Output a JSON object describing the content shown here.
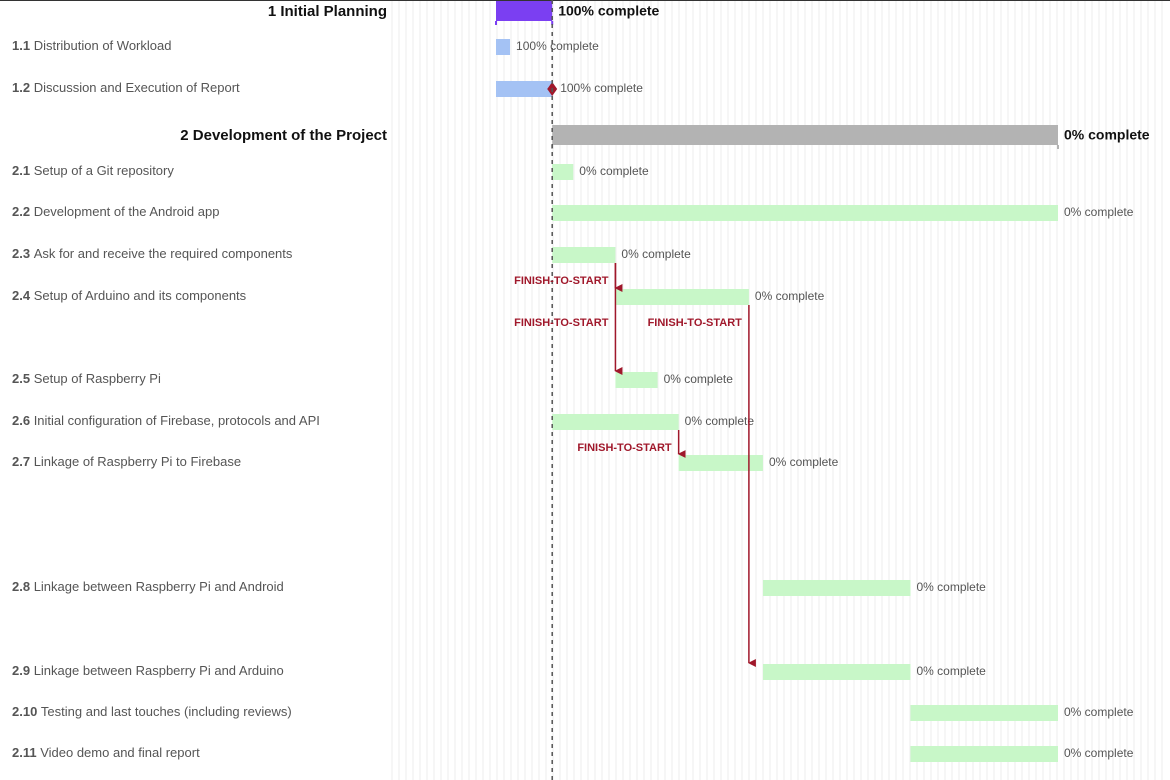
{
  "chart_data": {
    "type": "gantt",
    "today_marker": 4,
    "groups": [
      {
        "id": "1",
        "name": "Initial Planning",
        "start": 0,
        "end": 4,
        "progress_label": "100% complete",
        "tasks": [
          {
            "id": "1.1",
            "name": "Distribution of Workload",
            "start": 0,
            "end": 1,
            "progress_label": "100% complete",
            "milestone": false
          },
          {
            "id": "1.2",
            "name": "Discussion and Execution of Report",
            "start": 0,
            "end": 4,
            "progress_label": "100% complete",
            "milestone": true
          }
        ]
      },
      {
        "id": "2",
        "name": "Development of the Project",
        "start": 4,
        "end": 40,
        "progress_label": "0% complete",
        "tasks": [
          {
            "id": "2.1",
            "name": "Setup of a Git repository",
            "start": 4,
            "end": 5.5,
            "progress_label": "0% complete"
          },
          {
            "id": "2.2",
            "name": "Development of the Android app",
            "start": 4,
            "end": 40,
            "progress_label": "0% complete"
          },
          {
            "id": "2.3",
            "name": "Ask for and receive the required components",
            "start": 4,
            "end": 8.5,
            "progress_label": "0% complete"
          },
          {
            "id": "2.4",
            "name": "Setup of Arduino and its components",
            "start": 8.5,
            "end": 18,
            "progress_label": "0% complete"
          },
          {
            "id": "2.5",
            "name": "Setup of Raspberry Pi",
            "start": 8.5,
            "end": 11.5,
            "progress_label": "0% complete"
          },
          {
            "id": "2.6",
            "name": "Initial configuration of Firebase, protocols and API",
            "start": 4,
            "end": 13,
            "progress_label": "0% complete"
          },
          {
            "id": "2.7",
            "name": "Linkage of Raspberry Pi to Firebase",
            "start": 13,
            "end": 19,
            "progress_label": "0% complete"
          },
          {
            "id": "2.8",
            "name": "Linkage between Raspberry Pi and Android",
            "start": 19,
            "end": 29.5,
            "progress_label": "0% complete"
          },
          {
            "id": "2.9",
            "name": "Linkage between Raspberry Pi and Arduino",
            "start": 19,
            "end": 29.5,
            "progress_label": "0% complete"
          },
          {
            "id": "2.10",
            "name": "Testing and last touches (including reviews)",
            "start": 29.5,
            "end": 40,
            "progress_label": "0% complete"
          },
          {
            "id": "2.11",
            "name": "Video demo and final report",
            "start": 29.5,
            "end": 40,
            "progress_label": "0% complete"
          }
        ]
      }
    ],
    "dependencies": [
      {
        "from": "2.3",
        "to": "2.4",
        "type": "FINISH-TO-START"
      },
      {
        "from": "2.3",
        "to": "2.5",
        "type": "FINISH-TO-START"
      },
      {
        "from": "2.6",
        "to": "2.7",
        "type": "FINISH-TO-START"
      },
      {
        "from": "2.4",
        "to": "2.9",
        "type": "FINISH-TO-START"
      }
    ],
    "colors": {
      "group1_bar": "#7b3ff2",
      "task1_bar": "#a4c2f4",
      "group2_bar": "#b3b3b3",
      "task2_bar": "#c8f7c8",
      "dependency": "#a0182b",
      "milestone": "#a0182b",
      "today_line": "#555555",
      "grid": "#eeeeee",
      "top_border": "#333333"
    }
  }
}
